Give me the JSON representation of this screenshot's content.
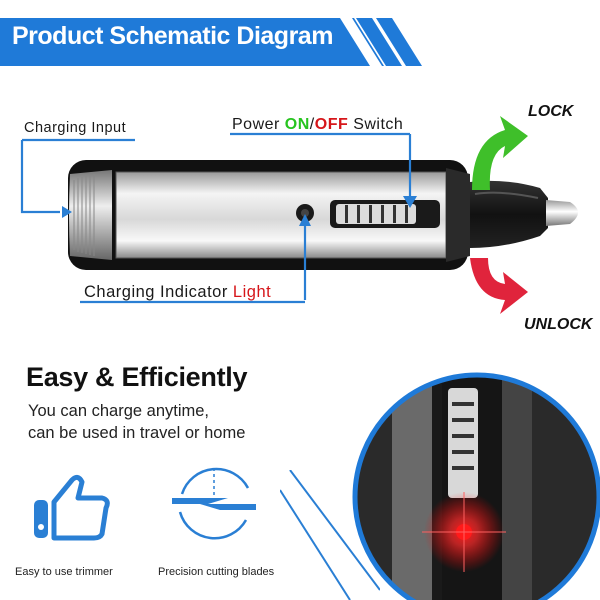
{
  "header": {
    "title": "Product Schematic Diagram"
  },
  "callouts": {
    "charging_input": "Charging Input",
    "power_switch": {
      "prefix": "Power ",
      "on": "ON",
      "slash": "/",
      "off": "OFF",
      "suffix": " Switch"
    },
    "charging_indicator": {
      "prefix": "Charging Indicator ",
      "light": "Light"
    },
    "lock": "LOCK",
    "unlock": "UNLOCK"
  },
  "feature": {
    "heading": "Easy & Efficiently",
    "line1": "You can charge anytime,",
    "line2": "can be used in travel or home"
  },
  "icons": [
    {
      "name": "thumbs-up-icon",
      "caption": "Easy to use trimmer"
    },
    {
      "name": "cutting-blade-icon",
      "caption": "Precision  cutting blades"
    }
  ],
  "colors": {
    "banner_blue": "#1f7ad8",
    "callout_blue": "#2a7fd4",
    "arrow_green": "#3fbf2a",
    "arrow_red": "#e0243c",
    "indicator_red": "#ff1a1a"
  }
}
